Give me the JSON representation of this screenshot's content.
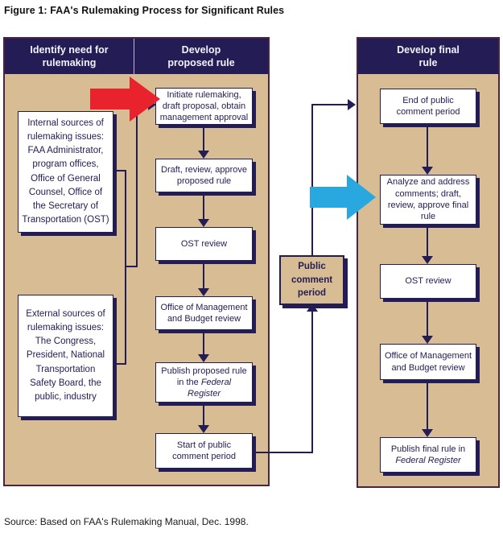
{
  "figure": {
    "title": "Figure 1: FAA's Rulemaking Process for Significant Rules",
    "source": "Source: Based on FAA's Rulemaking Manual, Dec. 1998."
  },
  "headers": {
    "identify": "Identify need for rulemaking",
    "proposed": "Develop proposed rule",
    "final": "Develop final rule"
  },
  "identify_column": {
    "internal_sources": "Internal sources of rulemaking issues: FAA Administrator, program offices, Office of General Counsel, Office of the Secretary of Transportation (OST)",
    "external_sources": "External sources of rulemaking issues: The Congress, President, National Transportation Safety Board, the public, industry"
  },
  "proposed_column": {
    "initiate": "Initiate rulemaking, draft proposal, obtain management approval",
    "draft_review": "Draft, review, approve proposed rule",
    "ost_review": "OST review",
    "omb_review": "Office of Management and Budget review",
    "publish_pre": "Publish proposed rule in the ",
    "publish_italic": "Federal Register",
    "start_comment": "Start of public comment period"
  },
  "between_columns": {
    "public_comment": "Public comment period"
  },
  "final_column": {
    "end_comment": "End of public comment period",
    "analyze": "Analyze and address comments; draft, review, approve final rule",
    "ost_review": "OST review",
    "omb_review": "Office of Management and Budget review",
    "publish_pre": "Publish final rule in ",
    "publish_italic": "Federal Register"
  },
  "colors": {
    "panel_fill": "#d8bd94",
    "panel_border": "#4c2342",
    "header_navy": "#231c55",
    "box_border_navy": "#231c55",
    "highlight_red": "#e8232d",
    "highlight_blue": "#29a8e0",
    "background": "#ffffff"
  }
}
